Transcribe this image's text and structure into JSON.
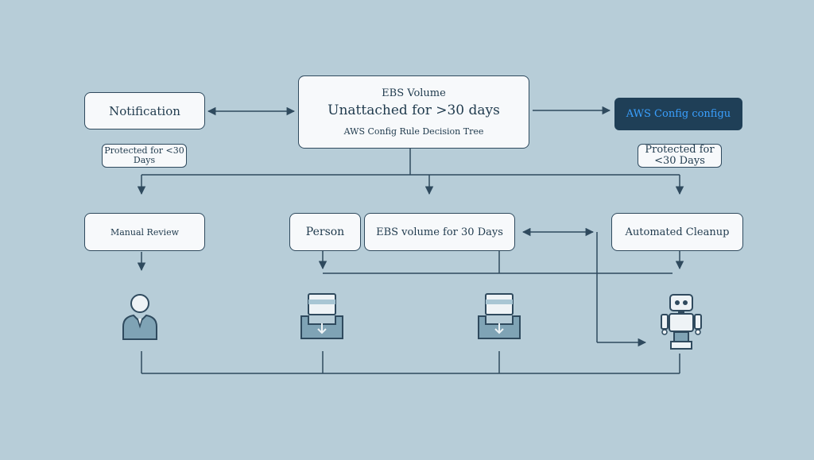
{
  "nodes": {
    "ebs_volume": "EBS Volume",
    "unattached": "Unattached for >30 days",
    "rule_tree": "AWS Config Rule Decision Tree",
    "notification": "Notification",
    "aws_config": "AWS Config configu",
    "protected_left_1": "Protected for <30",
    "protected_left_2": "Days",
    "protected_right_1": "Protected for",
    "protected_right_2": "<30 Days",
    "manual_review": "Manual Review",
    "person": "Person",
    "ebs_30_days": "EBS volume for 30 Days",
    "automated_cleanup": "Automated Cleanup"
  },
  "icons": [
    "person-icon",
    "storage-volume-icon",
    "storage-volume-icon",
    "robot-icon"
  ],
  "colors": {
    "background": "#b7cdd8",
    "box_fill": "#f7f9fb",
    "line": "#2f4a5e",
    "dark_box": "#1f3f57",
    "dark_box_text": "#3aa0ff",
    "icon_fill": "#7fa3b5"
  }
}
